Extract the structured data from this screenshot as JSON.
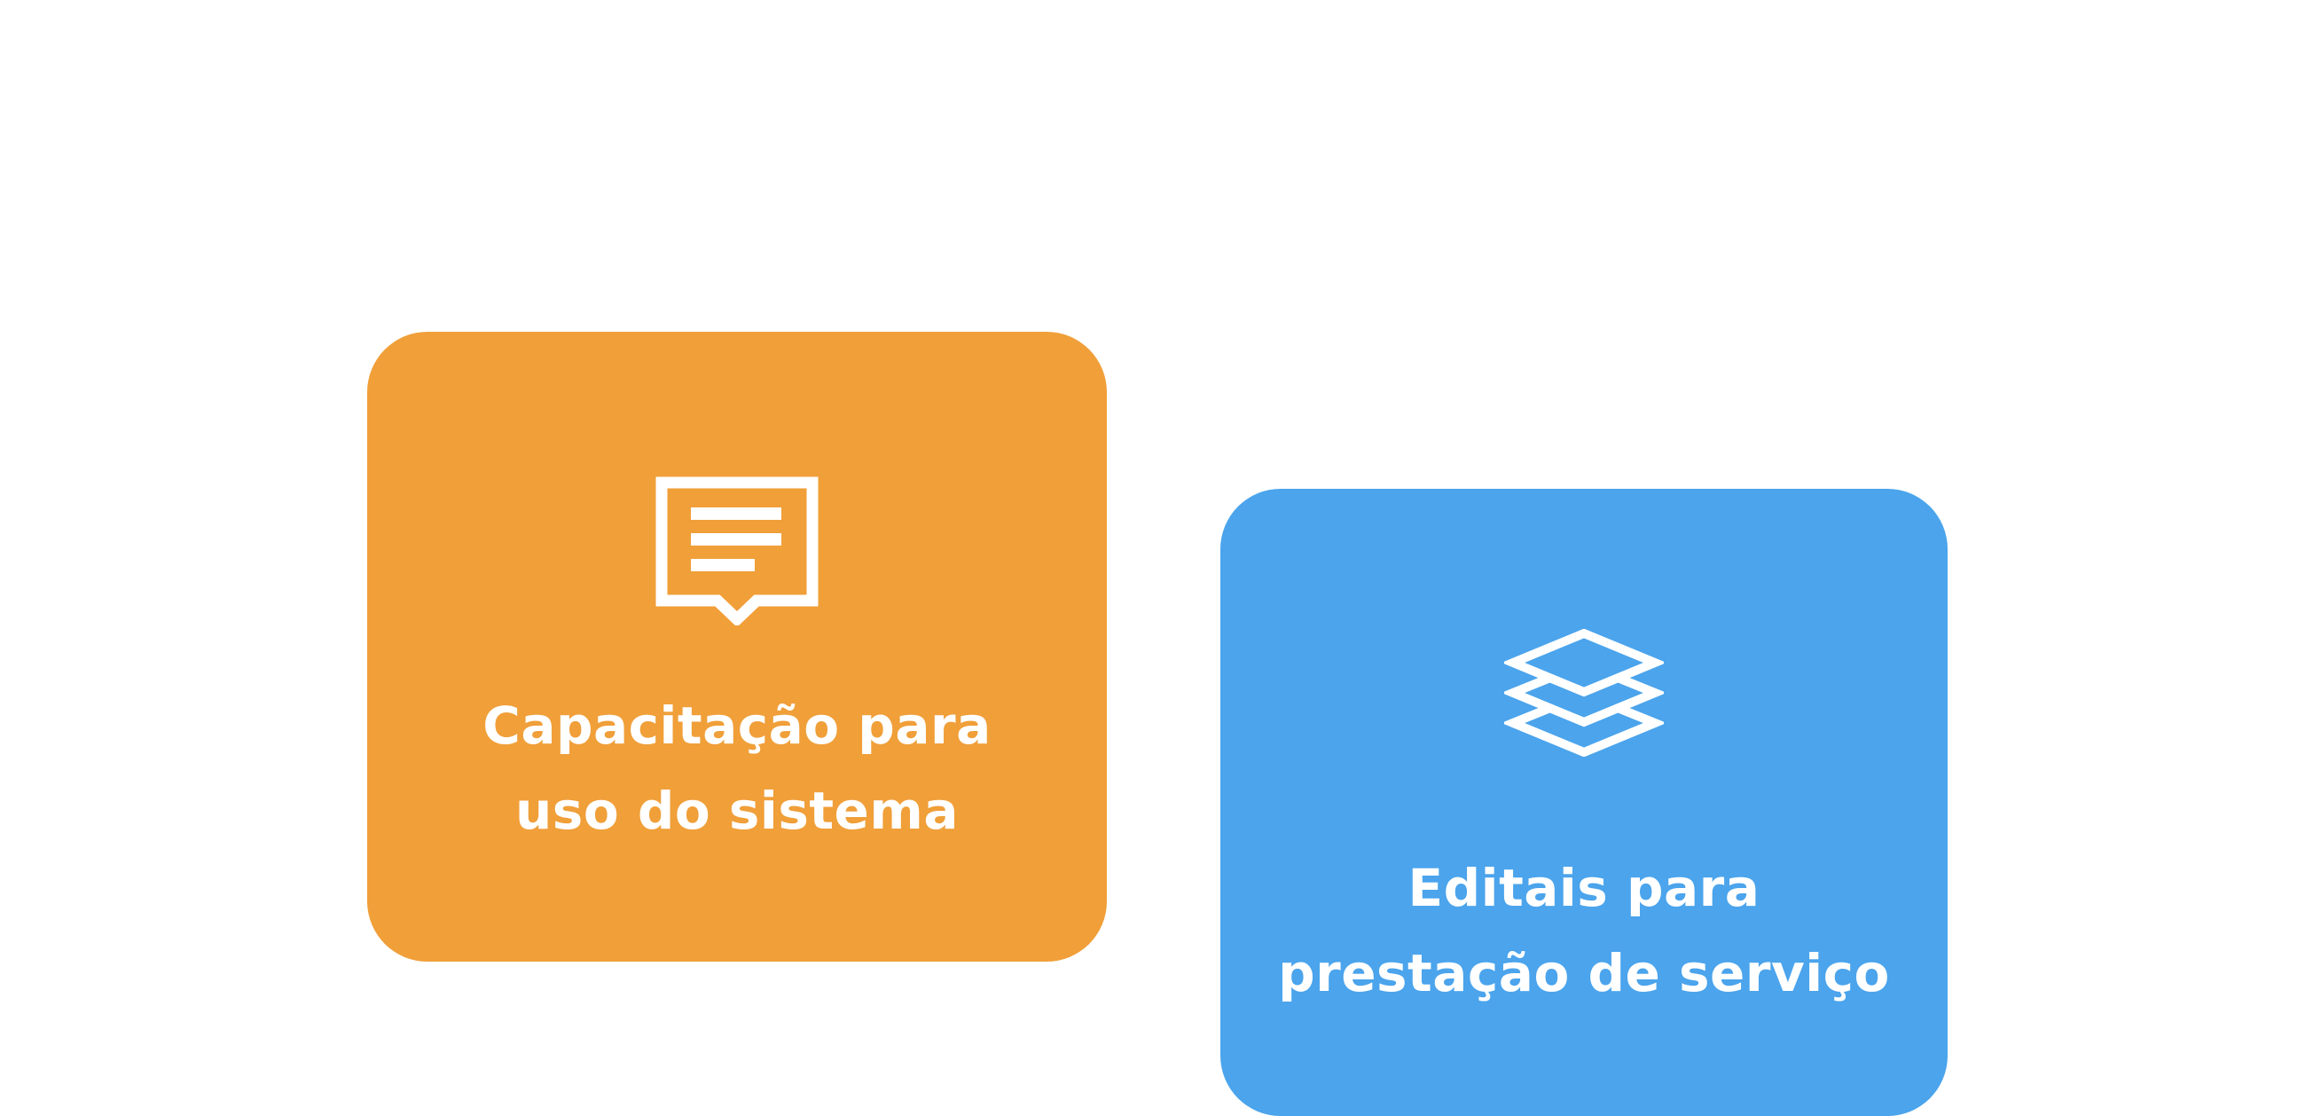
{
  "cards": [
    {
      "title_line1": "Capacitação para",
      "title_line2": "uso do sistema",
      "icon": "message-lines-icon",
      "color": "#F09F39"
    },
    {
      "title_line1": "Editais para",
      "title_line2": "prestação de serviço",
      "icon": "layers-icon",
      "color": "#4BA4EC"
    }
  ]
}
